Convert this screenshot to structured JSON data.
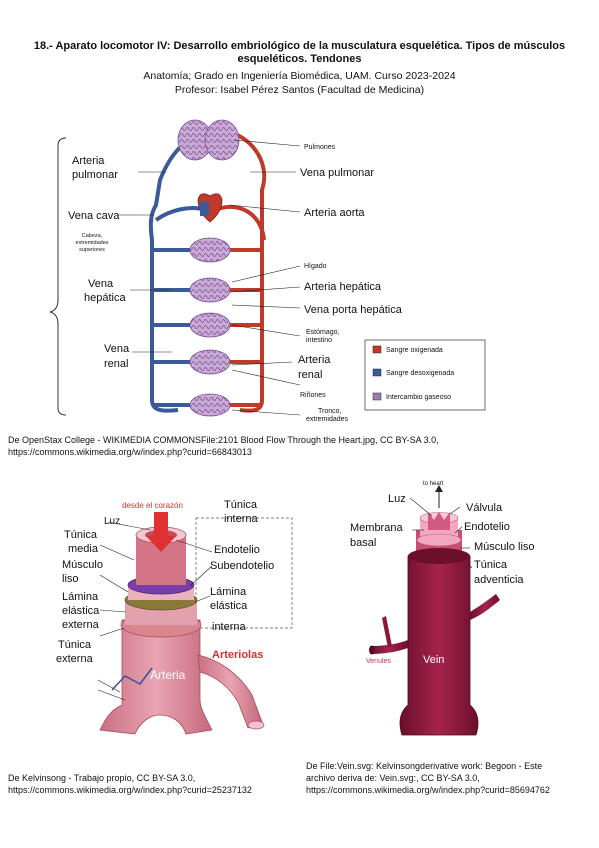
{
  "header": {
    "title": "18.- Aparato locomotor IV: Desarrollo embriológico de la musculatura esquelética. Tipos de músculos esqueléticos. Tendones",
    "course": "Anatomía; Grado en Ingeniería Biomédica, UAM. Curso 2023-2024",
    "professor": "Profesor: Isabel Pérez Santos (Facultad de Medicina)"
  },
  "circulation": {
    "labels": {
      "pulmones": "Pulmones",
      "arteria_pulmonar_1": "Arteria",
      "arteria_pulmonar_2": "pulmonar",
      "vena_pulmonar": "Vena pulmonar",
      "vena_cava": "Vena cava",
      "arteria_aorta": "Arteria aorta",
      "cabeza_1": "Cabeza,",
      "cabeza_2": "extremidades",
      "cabeza_3": "superiores",
      "higado": "Hígado",
      "arteria_hepatica": "Arteria hepática",
      "vena_hepatica_1": "Vena",
      "vena_hepatica_2": "hepática",
      "vena_porta": "Vena porta hepática",
      "estomago_1": "Estómago,",
      "estomago_2": "intestino",
      "vena_renal_1": "Vena",
      "vena_renal_2": "renal",
      "arteria_renal_1": "Arteria",
      "arteria_renal_2": "renal",
      "rinones": "Riñones",
      "tronco_1": "Tronco,",
      "tronco_2": "extremidades"
    },
    "legend": [
      {
        "label": "Sangre oxigenada",
        "color": "#c0392b"
      },
      {
        "label": "Sangre desoxigenada",
        "color": "#3b5a9a"
      },
      {
        "label": "Intercambio gaseoso",
        "color": "#9b7bb0"
      }
    ],
    "caption_1": "De OpenStax College - WIKIMEDIA COMMONSFile:2101 Blood Flow Through the Heart.jpg, CC BY-SA 3.0,",
    "caption_2": "https://commons.wikimedia.org/w/index.php?curid=66843013"
  },
  "artery": {
    "labels": {
      "desde": "desde el corazón",
      "luz": "Luz",
      "tunica_interna_1": "Túnica",
      "tunica_interna_2": "interna",
      "tunica_media_1": "Túnica",
      "tunica_media_2": "media",
      "musculo_liso_1": "Músculo",
      "musculo_liso_2": "liso",
      "lamina_ext_1": "Lámina",
      "lamina_ext_2": "elástica",
      "lamina_ext_3": "externa",
      "tunica_externa_1": "Túnica",
      "tunica_externa_2": "externa",
      "endotelio": "Endotelio",
      "subendotelio": "Subendotelio",
      "lamina_int_1": "Lámina",
      "lamina_int_2": "elástica",
      "lamina_int_3": "interna",
      "arteriolas": "Arteriolas",
      "arteria": "Arteria"
    },
    "caption_1": "De Kelvinsong - Trabajo propio, CC BY-SA 3.0,",
    "caption_2": "https://commons.wikimedia.org/w/index.php?curid=25237132"
  },
  "vein": {
    "labels": {
      "to_heart": "to heart",
      "luz": "Luz",
      "valvula": "Válvula",
      "membrana_1": "Membrana",
      "membrana_2": "basal",
      "endotelio": "Endotelio",
      "musculo_liso": "Músculo liso",
      "tunica_1": "Túnica",
      "tunica_2": "adventicia",
      "venules": "Venules",
      "vein": "Vein"
    },
    "caption_1": "De File:Vein.svg: Kelvinsongderivative work: Begoon - Este",
    "caption_2": "archivo deriva de: Vein.svg:, CC BY-SA 3.0,",
    "caption_3": "https://commons.wikimedia.org/w/index.php?curid=85694762"
  }
}
